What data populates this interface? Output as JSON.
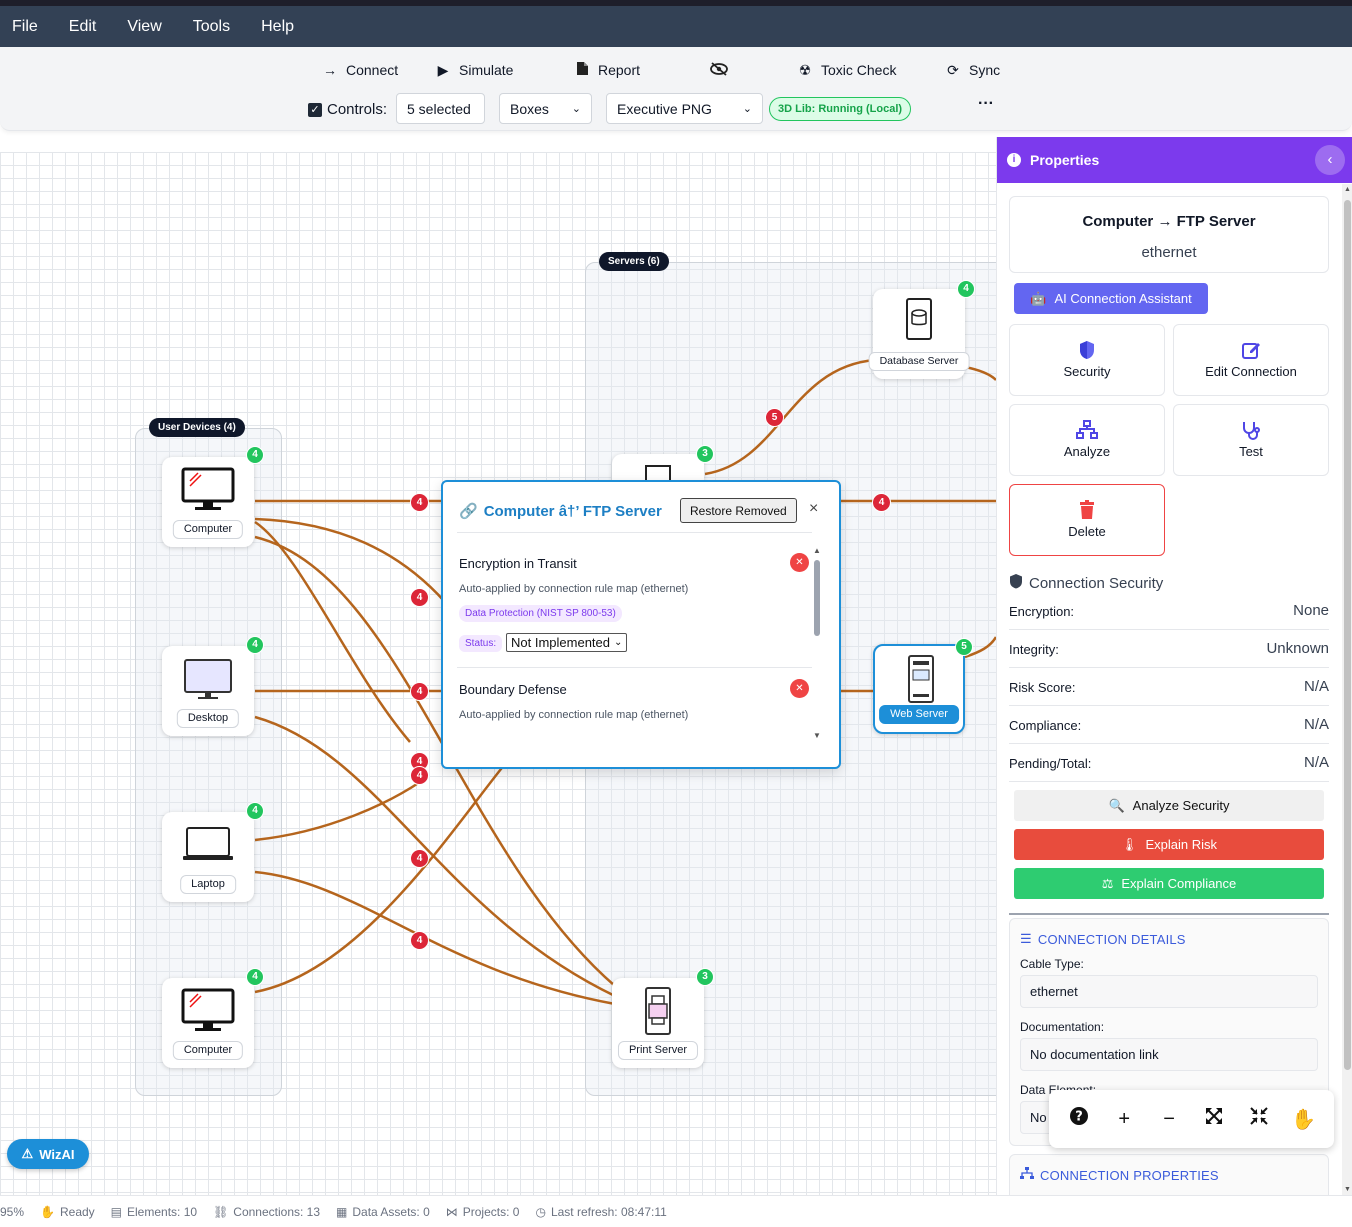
{
  "menu": [
    "File",
    "Edit",
    "View",
    "Tools",
    "Help"
  ],
  "toolbar": {
    "connect": "Connect",
    "simulate": "Simulate",
    "report": "Report",
    "toxic_check": "Toxic Check",
    "sync": "Sync",
    "controls_label": "Controls:",
    "selected": "5 selected",
    "view_mode": "Boxes",
    "export": "Executive PNG",
    "lib_status": "3D Lib: Running (Local)",
    "more": "···"
  },
  "groups": {
    "user_devices": "User Devices (4)",
    "servers": "Servers (6)"
  },
  "nodes": {
    "computer1": {
      "label": "Computer",
      "count": "4"
    },
    "desktop": {
      "label": "Desktop",
      "count": "4"
    },
    "laptop": {
      "label": "Laptop",
      "count": "4"
    },
    "computer2": {
      "label": "Computer",
      "count": "4"
    },
    "database": {
      "label": "Database Server",
      "count": "4"
    },
    "ftp": {
      "count": "3"
    },
    "web": {
      "label": "Web Server",
      "count": "5"
    },
    "print": {
      "label": "Print Server",
      "count": "3"
    }
  },
  "risk_badges": [
    "4",
    "4",
    "5",
    "4",
    "4",
    "4",
    "4",
    "4",
    "4"
  ],
  "popup": {
    "title": "Computer â†’ FTP Server",
    "restore": "Restore Removed",
    "close": "×",
    "controls": [
      {
        "name": "Encryption in Transit",
        "note": "Auto-applied by connection rule map (ethernet)",
        "tag": "Data Protection (NIST SP 800-53)",
        "status_label": "Status:",
        "status": "Not Implemented"
      },
      {
        "name": "Boundary Defense",
        "note": "Auto-applied by connection rule map (ethernet)"
      }
    ]
  },
  "properties": {
    "header": "Properties",
    "connection_title": "Computer → FTP Server",
    "connection_type": "ethernet",
    "ai_button": "AI Connection Assistant",
    "actions": [
      "Security",
      "Edit Connection",
      "Analyze",
      "Test",
      "Delete"
    ],
    "security_heading": "Connection Security",
    "security": [
      {
        "k": "Encryption:",
        "v": "None"
      },
      {
        "k": "Integrity:",
        "v": "Unknown"
      },
      {
        "k": "Risk Score:",
        "v": "N/A"
      },
      {
        "k": "Compliance:",
        "v": "N/A"
      },
      {
        "k": "Pending/Total:",
        "v": "N/A"
      }
    ],
    "analyze_security": "Analyze Security",
    "explain_risk": "Explain Risk",
    "explain_compliance": "Explain Compliance",
    "details_heading": "CONNECTION DETAILS",
    "cable_type_label": "Cable Type:",
    "cable_type": "ethernet",
    "documentation_label": "Documentation:",
    "documentation": "No documentation link",
    "data_element_label": "Data Element:",
    "data_element": "No",
    "props_heading": "CONNECTION PROPERTIES"
  },
  "wizai": "WizAI",
  "status": {
    "zoom": "95%",
    "ready": "Ready",
    "elements": "Elements: 10",
    "connections": "Connections: 13",
    "data_assets": "Data Assets: 0",
    "projects": "Projects: 0",
    "last_refresh": "Last refresh: 08:47:11"
  },
  "colors": {
    "wire": "#b5651d",
    "accent": "#7c3aed",
    "selected": "#1d8fd8",
    "risk": "#dc2638",
    "count": "#22c55e"
  },
  "icons": [
    "connect-arrow-icon",
    "play-icon",
    "report-icon",
    "eye-slash-icon",
    "biohazard-icon",
    "sync-icon",
    "info-icon",
    "chevron-left-icon",
    "robot-icon",
    "shield-icon",
    "edit-icon",
    "network-icon",
    "stethoscope-icon",
    "trash-icon",
    "search-icon",
    "thermometer-icon",
    "scale-icon",
    "sliders-icon",
    "sitemap-icon",
    "question-icon",
    "plus-icon",
    "minus-icon",
    "expand-icon",
    "compress-icon",
    "hand-icon"
  ]
}
